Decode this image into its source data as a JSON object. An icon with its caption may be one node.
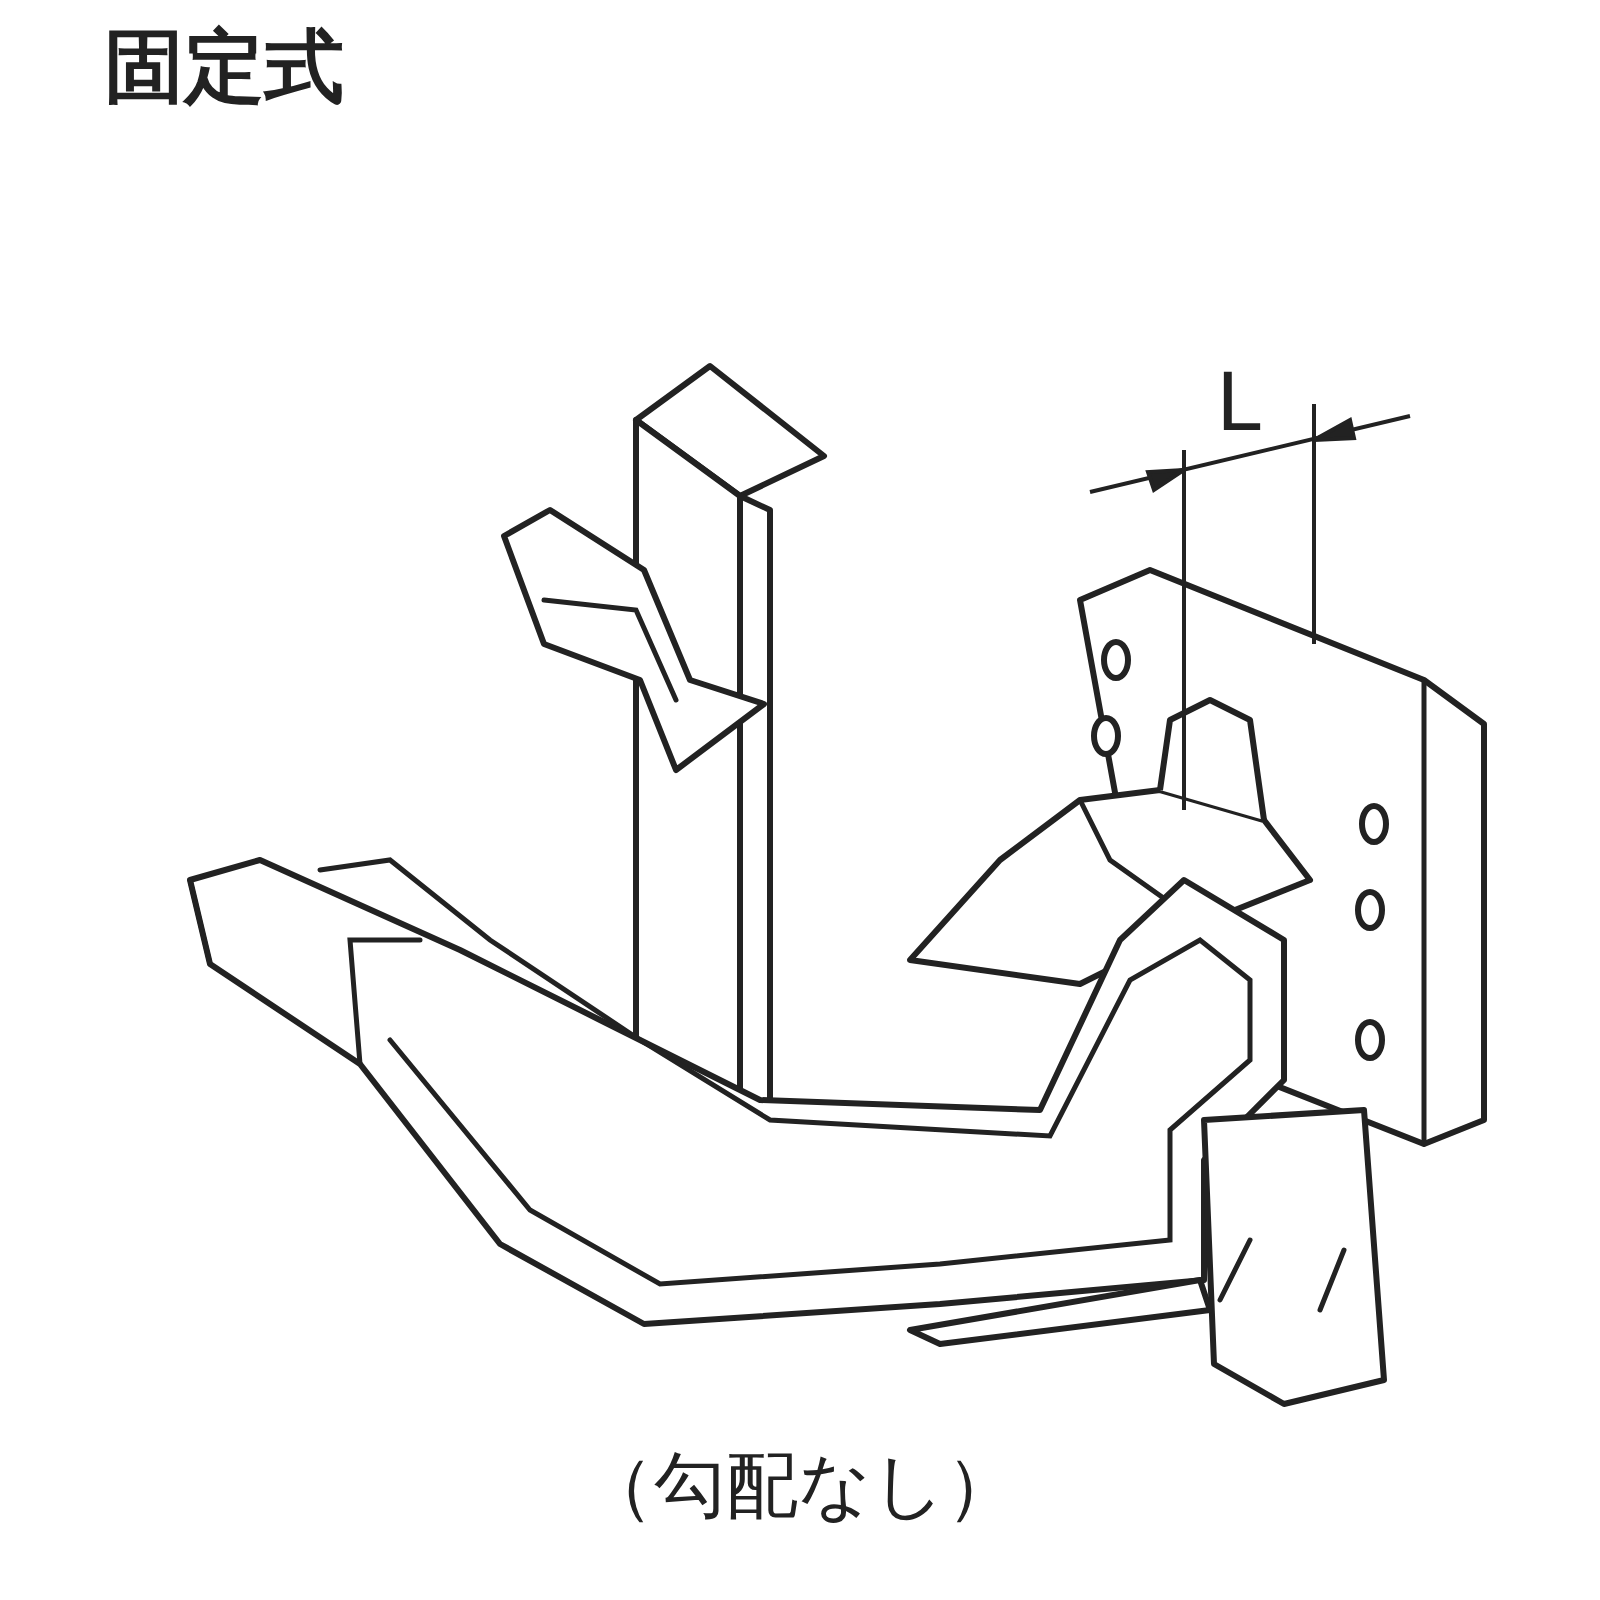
{
  "diagram": {
    "title": "固定式",
    "caption": "（勾配なし）",
    "labels": [
      "L"
    ]
  }
}
